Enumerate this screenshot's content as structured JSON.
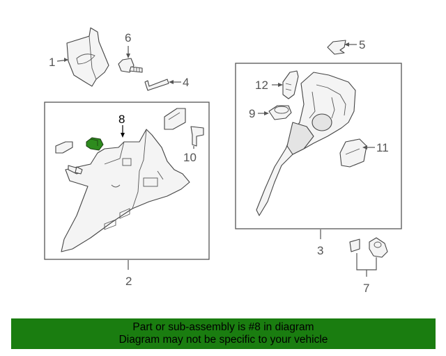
{
  "callouts": {
    "c1": "1",
    "c2": "2",
    "c3": "3",
    "c4": "4",
    "c5": "5",
    "c6": "6",
    "c7": "7",
    "c8": "8",
    "c9": "9",
    "c10": "10",
    "c11": "11",
    "c12": "12"
  },
  "highlight_color": "#2e8b1e",
  "banner": {
    "line1": "Part or sub-assembly is #8 in diagram",
    "line2": "Diagram may not be specific to your vehicle",
    "color": "#1a7d10"
  }
}
